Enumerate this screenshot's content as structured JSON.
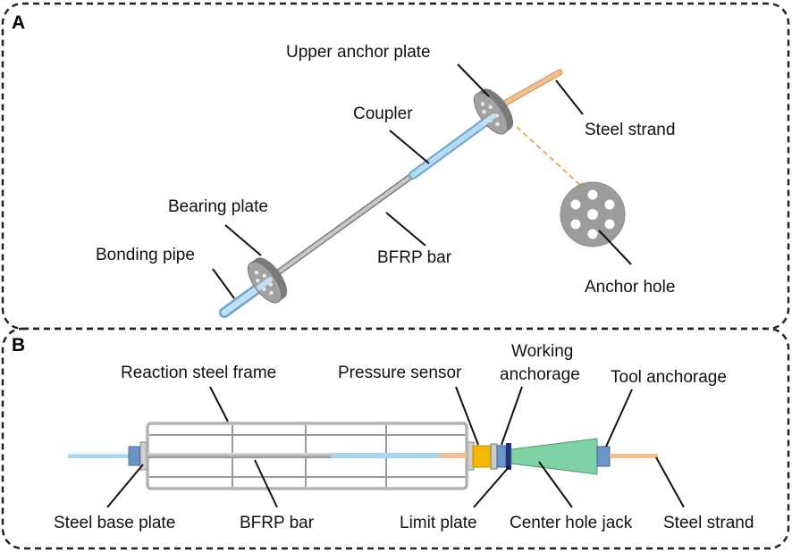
{
  "panel_a": {
    "letter": "A",
    "labels": {
      "upper_anchor_plate": "Upper anchor plate",
      "steel_strand": "Steel strand",
      "coupler": "Coupler",
      "bearing_plate": "Bearing plate",
      "bonding_pipe": "Bonding pipe",
      "bfrp_bar": "BFRP bar",
      "anchor_hole": "Anchor hole"
    }
  },
  "panel_b": {
    "letter": "B",
    "labels": {
      "reaction_steel_frame": "Reaction steel frame",
      "pressure_sensor": "Pressure sensor",
      "working_anchorage_line1": "Working",
      "working_anchorage_line2": "anchorage",
      "tool_anchorage": "Tool anchorage",
      "steel_base_plate": "Steel base plate",
      "bfrp_bar": "BFRP bar",
      "limit_plate": "Limit plate",
      "center_hole_jack": "Center hole jack",
      "steel_strand": "Steel strand"
    }
  },
  "colors": {
    "pipe_blue": "#a9d4ee",
    "steel_strand_orange": "#f3c191",
    "plate_gray": "#9c9c9c",
    "pressure_sensor_yellow": "#f5b800",
    "jack_green": "#7ed2a4",
    "anchorage_blue": "#6d95c8",
    "limit_plate_navy": "#23307a"
  }
}
